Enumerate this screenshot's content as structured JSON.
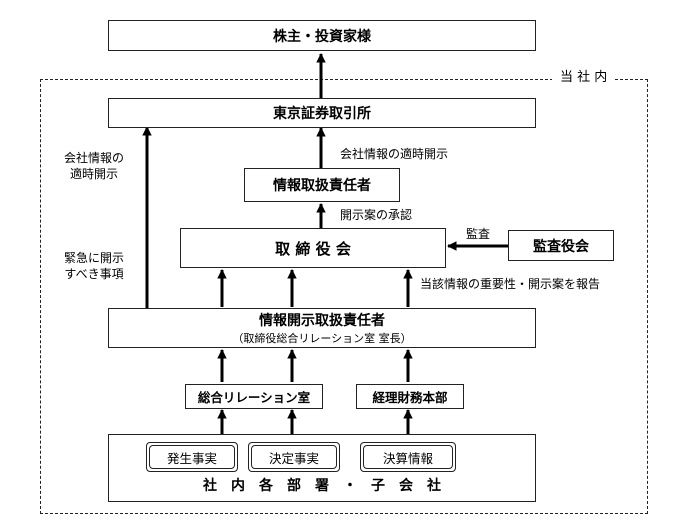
{
  "shareholders": "株主・投資家様",
  "company_boundary_label": "当 社 内",
  "tse": "東京証券取引所",
  "left_label_top": [
    "会社情報の",
    "適時開示"
  ],
  "timely_disclosure": "会社情報の適時開示",
  "info_officer": "情報取扱責任者",
  "draft_approval": "開示案の承認",
  "board": "取 締 役 会",
  "audit": "監査",
  "auditors": "監査役会",
  "left_label_bottom": [
    "緊急に開示",
    "すべき事項"
  ],
  "report_note": "当該情報の重要性・開示案を報告",
  "disclosure_officer": "情報開示取扱責任者",
  "disclosure_officer_sub": "（取締役総合リレーション室 室長）",
  "ir_office": "総合リレーション室",
  "finance_division": "経理財務本部",
  "events": [
    "発生事実",
    "決定事実",
    "決算情報"
  ],
  "departments": "社　内　各　部　署　・　子　会　社"
}
